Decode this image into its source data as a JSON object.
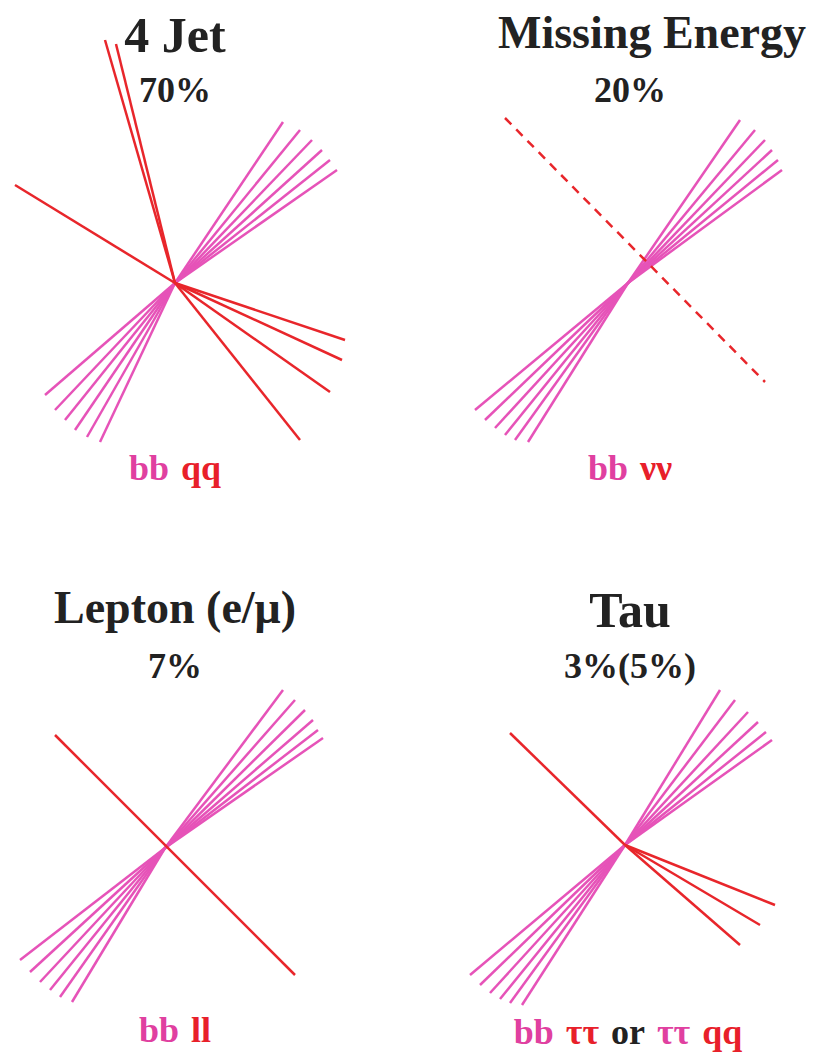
{
  "diagram": {
    "labels": [
      "4 Jet",
      "70%",
      "bb",
      "qq",
      "Missing Energy",
      "20%",
      "bb",
      "νν",
      "Lepton (e/μ)",
      "7%",
      "bb",
      "ll",
      "Tau",
      "3%(5%)",
      "bb",
      "ττ",
      "or",
      "ττ",
      "qq"
    ]
  }
}
